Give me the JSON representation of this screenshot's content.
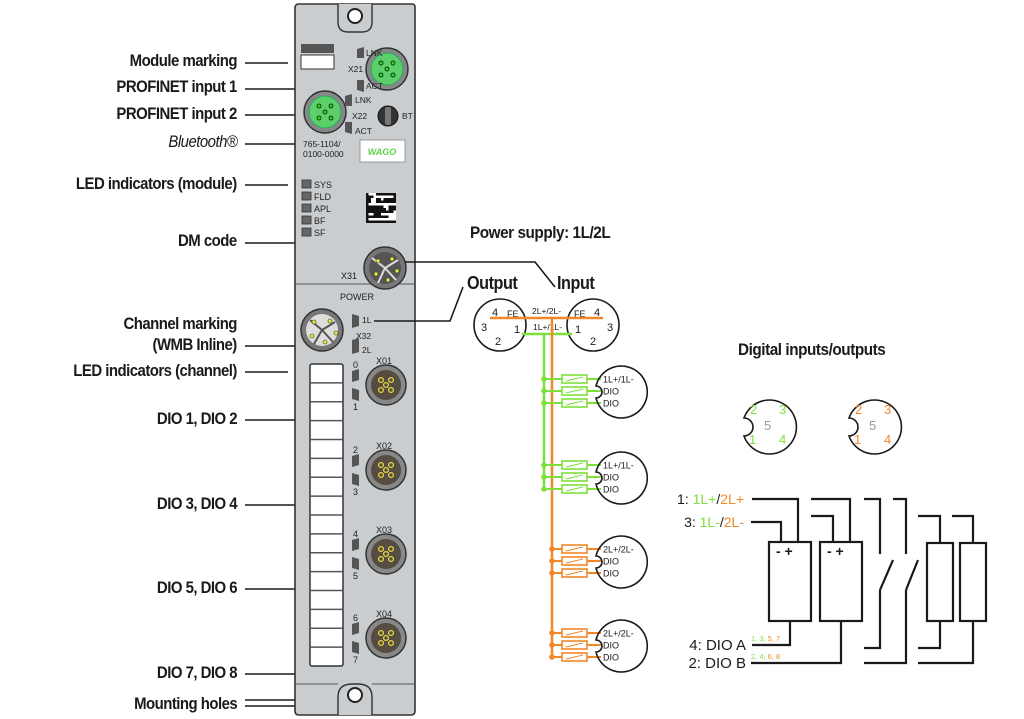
{
  "callouts": [
    {
      "id": "module-marking",
      "text": "Module marking"
    },
    {
      "id": "profinet-input-1",
      "text": "PROFINET input 1"
    },
    {
      "id": "profinet-input-2",
      "text": "PROFINET input 2"
    },
    {
      "id": "bluetooth",
      "text": "Bluetooth®"
    },
    {
      "id": "led-indicators-module",
      "text": "LED indicators (module)"
    },
    {
      "id": "dm-code",
      "text": "DM code"
    },
    {
      "id": "channel-marking-1",
      "text": "Channel marking"
    },
    {
      "id": "channel-marking-2",
      "text": "(WMB Inline)"
    },
    {
      "id": "led-indicators-channel",
      "text": "LED indicators (channel)"
    },
    {
      "id": "dio-1-2",
      "text": "DIO 1, DIO 2"
    },
    {
      "id": "dio-3-4",
      "text": "DIO 3, DIO 4"
    },
    {
      "id": "dio-5-6",
      "text": "DIO 5, DIO 6"
    },
    {
      "id": "dio-7-8",
      "text": "DIO 7, DIO 8"
    },
    {
      "id": "mounting-holes",
      "text": "Mounting holes"
    }
  ],
  "module": {
    "ports": {
      "x21": "X21",
      "x22": "X22",
      "x31": "X31",
      "x32": "X32",
      "x01": "X01",
      "x02": "X02",
      "x03": "X03",
      "x04": "X04"
    },
    "lnk": "LNK",
    "act": "ACT",
    "bt": "BT",
    "part_number_1": "765-1104/",
    "part_number_2": "0100-0000",
    "brand": "WAGO",
    "power_label": "POWER",
    "led_labels": [
      "SYS",
      "FLD",
      "APL",
      "BF",
      "SF"
    ],
    "x32_labels": [
      "1L",
      "2L"
    ],
    "channel_numbers": [
      "0",
      "1",
      "2",
      "3",
      "4",
      "5",
      "6",
      "7"
    ]
  },
  "power_supply": {
    "title": "Power supply: 1L/2L",
    "output_label": "Output",
    "input_label": "Input",
    "pin_labels": {
      "p1": "1",
      "p2": "2",
      "p3": "3",
      "p4": "4",
      "fe": "FE"
    },
    "bus_2l": "2L+/2L-",
    "bus_1l": "1L+/1L-",
    "channel_lines": [
      [
        "1L+/1L-",
        "DIO",
        "DIO"
      ],
      [
        "1L+/1L-",
        "DIO",
        "DIO"
      ],
      [
        "2L+/2L-",
        "DIO",
        "DIO"
      ],
      [
        "2L+/2L-",
        "DIO",
        "DIO"
      ]
    ]
  },
  "digital_io": {
    "title": "Digital inputs/outputs",
    "pins": [
      "1",
      "2",
      "3",
      "4",
      "5"
    ],
    "line1_prefix": "1: ",
    "line1_green": "1L+",
    "line1_sep": "/",
    "line1_orange": "2L+",
    "line3_prefix": "3: ",
    "line3_green": "1L-",
    "line3_sep": "/",
    "line3_orange": "2L-",
    "dio_a": "4: DIO A",
    "dio_b": "2: DIO B",
    "dio_a_channels_green": "1, 3,",
    "dio_a_channels_orange": " 5, 7",
    "dio_b_channels_green": "2, 4,",
    "dio_b_channels_orange": " 6, 8",
    "sensor_symbol": "- +"
  },
  "colors": {
    "green": "#7ee03a",
    "orange": "#f0882a",
    "housing": "#c9cdcf",
    "connector_green": "#5ccf6a",
    "black": "#1a1a1a"
  }
}
